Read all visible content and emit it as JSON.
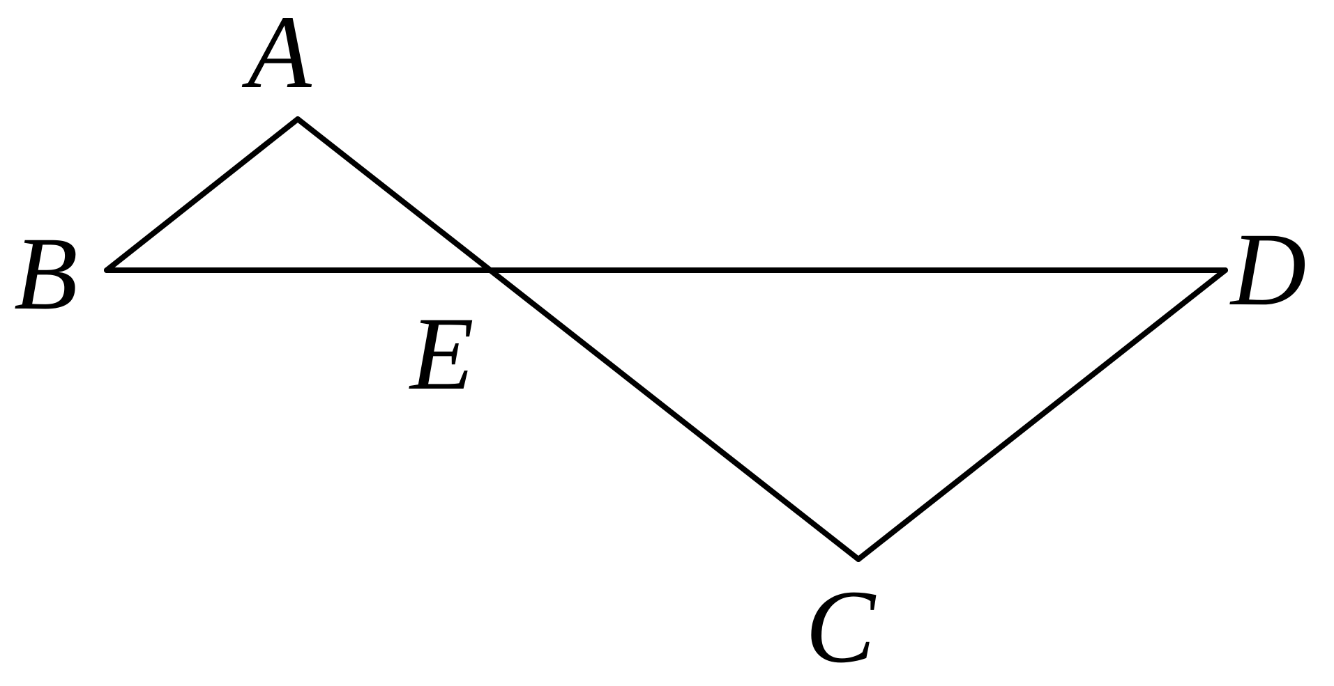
{
  "diagram": {
    "points": {
      "A": "A",
      "B": "B",
      "C": "C",
      "D": "D",
      "E": "E"
    },
    "segments": [
      [
        "A",
        "B"
      ],
      [
        "A",
        "C"
      ],
      [
        "B",
        "D"
      ],
      [
        "C",
        "D"
      ]
    ],
    "colors": {
      "line": "#000000",
      "label": "#000000",
      "background": "#ffffff"
    }
  }
}
